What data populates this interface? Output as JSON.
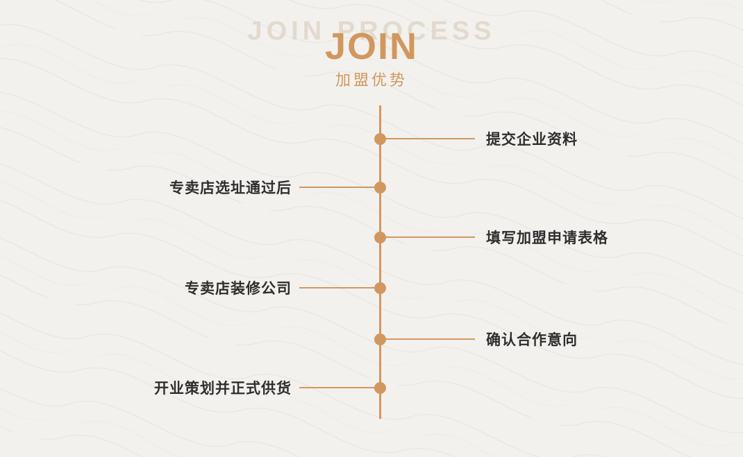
{
  "header": {
    "ghost_title": "JOIN PROCESS",
    "title": "JOIN",
    "subtitle": "加盟优势"
  },
  "colors": {
    "accent": "#d2975e",
    "ghost": "#dfd5c7",
    "text": "#2e2e2e",
    "background": "#f2f1ee"
  },
  "timeline": {
    "steps": [
      {
        "side": "right",
        "label": "提交企业资料"
      },
      {
        "side": "left",
        "label": "专卖店选址通过后"
      },
      {
        "side": "right",
        "label": "填写加盟申请表格"
      },
      {
        "side": "left",
        "label": "专卖店装修公司"
      },
      {
        "side": "right",
        "label": "确认合作意向"
      },
      {
        "side": "left",
        "label": "开业策划并正式供货"
      }
    ]
  }
}
